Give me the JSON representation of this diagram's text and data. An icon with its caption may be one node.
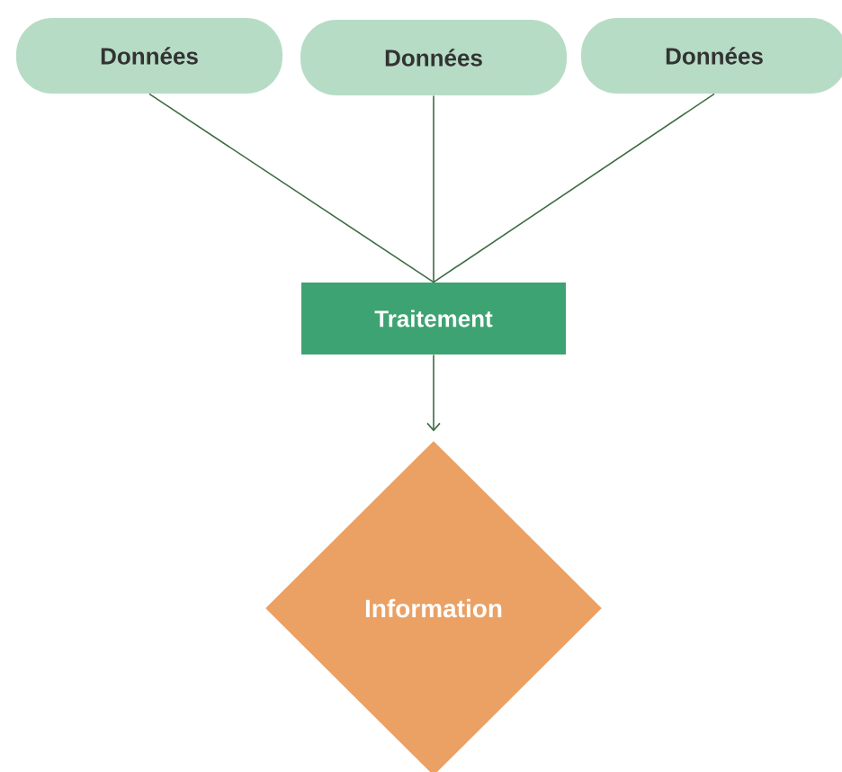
{
  "diagram": {
    "nodes": [
      {
        "text": [
          "Données"
        ]
      },
      {
        "text": [
          "Données"
        ]
      },
      {
        "text": [
          "Données"
        ]
      },
      {
        "text": [
          "Traitement"
        ]
      },
      {
        "text": [
          "Information"
        ]
      }
    ],
    "edges": [
      {
        "from": 0,
        "to": 3,
        "arrow": "none"
      },
      {
        "from": 1,
        "to": 3,
        "arrow": "none"
      },
      {
        "from": 2,
        "to": 3,
        "arrow": "none"
      },
      {
        "from": 3,
        "to": 4,
        "arrow": "to"
      }
    ]
  }
}
